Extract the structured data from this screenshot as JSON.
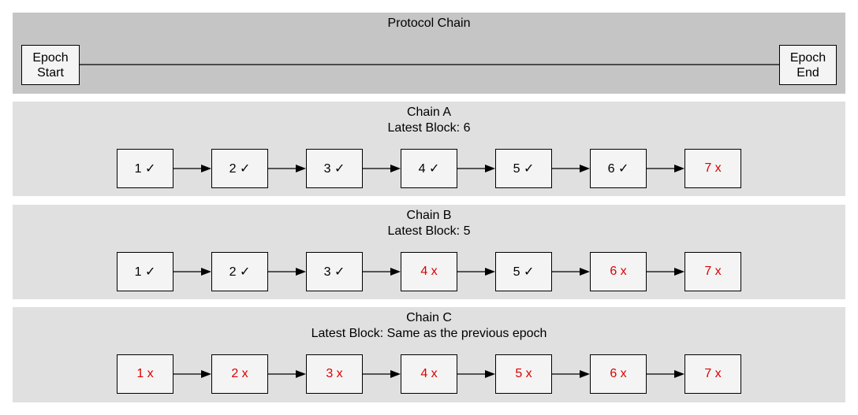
{
  "protocol": {
    "title": "Protocol Chain",
    "start_label_1": "Epoch",
    "start_label_2": "Start",
    "end_label_1": "Epoch",
    "end_label_2": "End"
  },
  "chains": [
    {
      "title": "Chain A",
      "subtitle": "Latest Block: 6",
      "blocks": [
        {
          "label": "1 ✓",
          "valid": true
        },
        {
          "label": "2 ✓",
          "valid": true
        },
        {
          "label": "3 ✓",
          "valid": true
        },
        {
          "label": "4 ✓",
          "valid": true
        },
        {
          "label": "5 ✓",
          "valid": true
        },
        {
          "label": "6 ✓",
          "valid": true
        },
        {
          "label": "7 x",
          "valid": false
        }
      ]
    },
    {
      "title": "Chain B",
      "subtitle": "Latest Block: 5",
      "blocks": [
        {
          "label": "1 ✓",
          "valid": true
        },
        {
          "label": "2 ✓",
          "valid": true
        },
        {
          "label": "3 ✓",
          "valid": true
        },
        {
          "label": "4 x",
          "valid": false
        },
        {
          "label": "5 ✓",
          "valid": true
        },
        {
          "label": "6 x",
          "valid": false
        },
        {
          "label": "7 x",
          "valid": false
        }
      ]
    },
    {
      "title": "Chain C",
      "subtitle": "Latest Block: Same as the previous epoch",
      "blocks": [
        {
          "label": "1 x",
          "valid": false
        },
        {
          "label": "2 x",
          "valid": false
        },
        {
          "label": "3 x",
          "valid": false
        },
        {
          "label": "4 x",
          "valid": false
        },
        {
          "label": "5 x",
          "valid": false
        },
        {
          "label": "6 x",
          "valid": false
        },
        {
          "label": "7 x",
          "valid": false
        }
      ]
    }
  ],
  "colors": {
    "valid_text": "#000000",
    "invalid_text": "#dd0000",
    "protocol_panel": "#c5c5c5",
    "chain_panel": "#e0e0e0",
    "block_fill": "#f4f4f4"
  }
}
